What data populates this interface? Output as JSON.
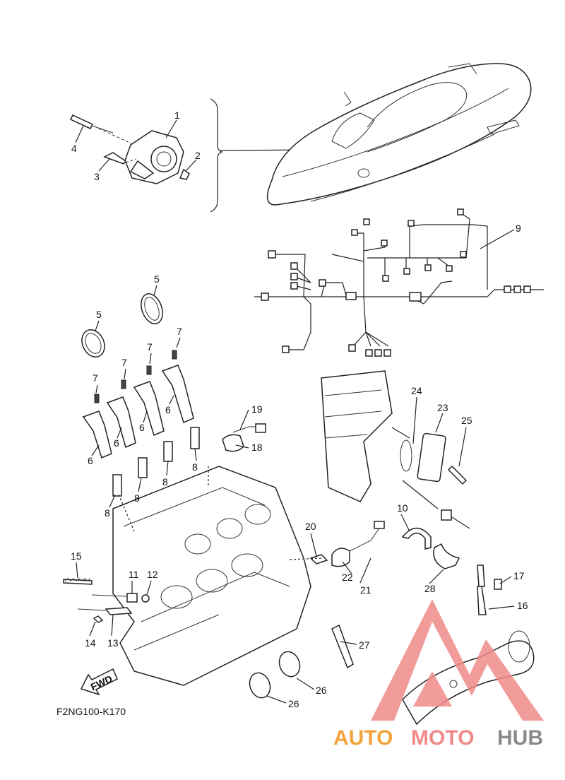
{
  "diagram": {
    "code": "F2NG100-K170",
    "fwd": "FWD",
    "callouts": [
      "1",
      "2",
      "3",
      "4",
      "5",
      "5",
      "6",
      "6",
      "6",
      "6",
      "7",
      "7",
      "7",
      "7",
      "8",
      "8",
      "8",
      "8",
      "9",
      "10",
      "11",
      "12",
      "13",
      "14",
      "15",
      "16",
      "17",
      "18",
      "19",
      "20",
      "21",
      "22",
      "23",
      "24",
      "25",
      "26",
      "26",
      "27",
      "28"
    ]
  },
  "watermark": {
    "part1": "AUTO",
    "part2": "MOTO",
    "part3": "HUB"
  }
}
